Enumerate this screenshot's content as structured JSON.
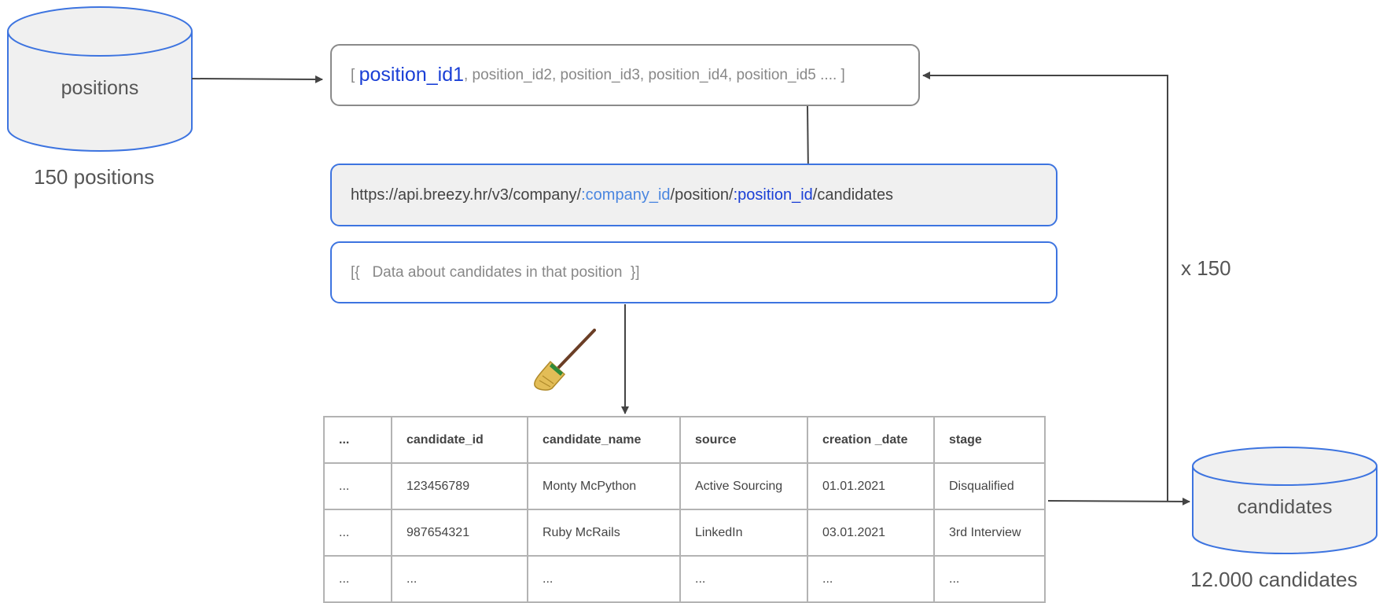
{
  "positions_db": {
    "label": "positions",
    "caption": "150 positions"
  },
  "position_list": {
    "open": "[",
    "first": "position_id1",
    "rest": ", position_id2, position_id3, position_id4, position_id5 .... ]"
  },
  "endpoint": {
    "prefix": "https://api.breezy.hr/v3/company/",
    "company_param": ":company_id",
    "middle": "/position/",
    "position_param": ":position_id",
    "suffix": "/candidates"
  },
  "response": {
    "text": "[{   Data about candidates in that position  }]"
  },
  "cleaning_icon": "broom-icon",
  "table": {
    "headers": [
      "...",
      "candidate_id",
      "candidate_name",
      "source",
      "creation _date",
      "stage"
    ],
    "rows": [
      [
        "...",
        "123456789",
        "Monty McPython",
        "Active Sourcing",
        "01.01.2021",
        "Disqualified"
      ],
      [
        "...",
        "987654321",
        "Ruby McRails",
        "LinkedIn",
        "03.01.2021",
        "3rd Interview"
      ],
      [
        "...",
        "...",
        "...",
        "...",
        "...",
        "..."
      ]
    ]
  },
  "loop_label": "x 150",
  "candidates_db": {
    "label": "candidates",
    "caption": "12.000 candidates"
  },
  "colors": {
    "accent_blue": "#3d74e0",
    "param_dark_blue": "#1a3fd6",
    "param_light_blue": "#4a86e0",
    "cylinder_fill": "#f0f0f0",
    "arrow": "#444444"
  }
}
